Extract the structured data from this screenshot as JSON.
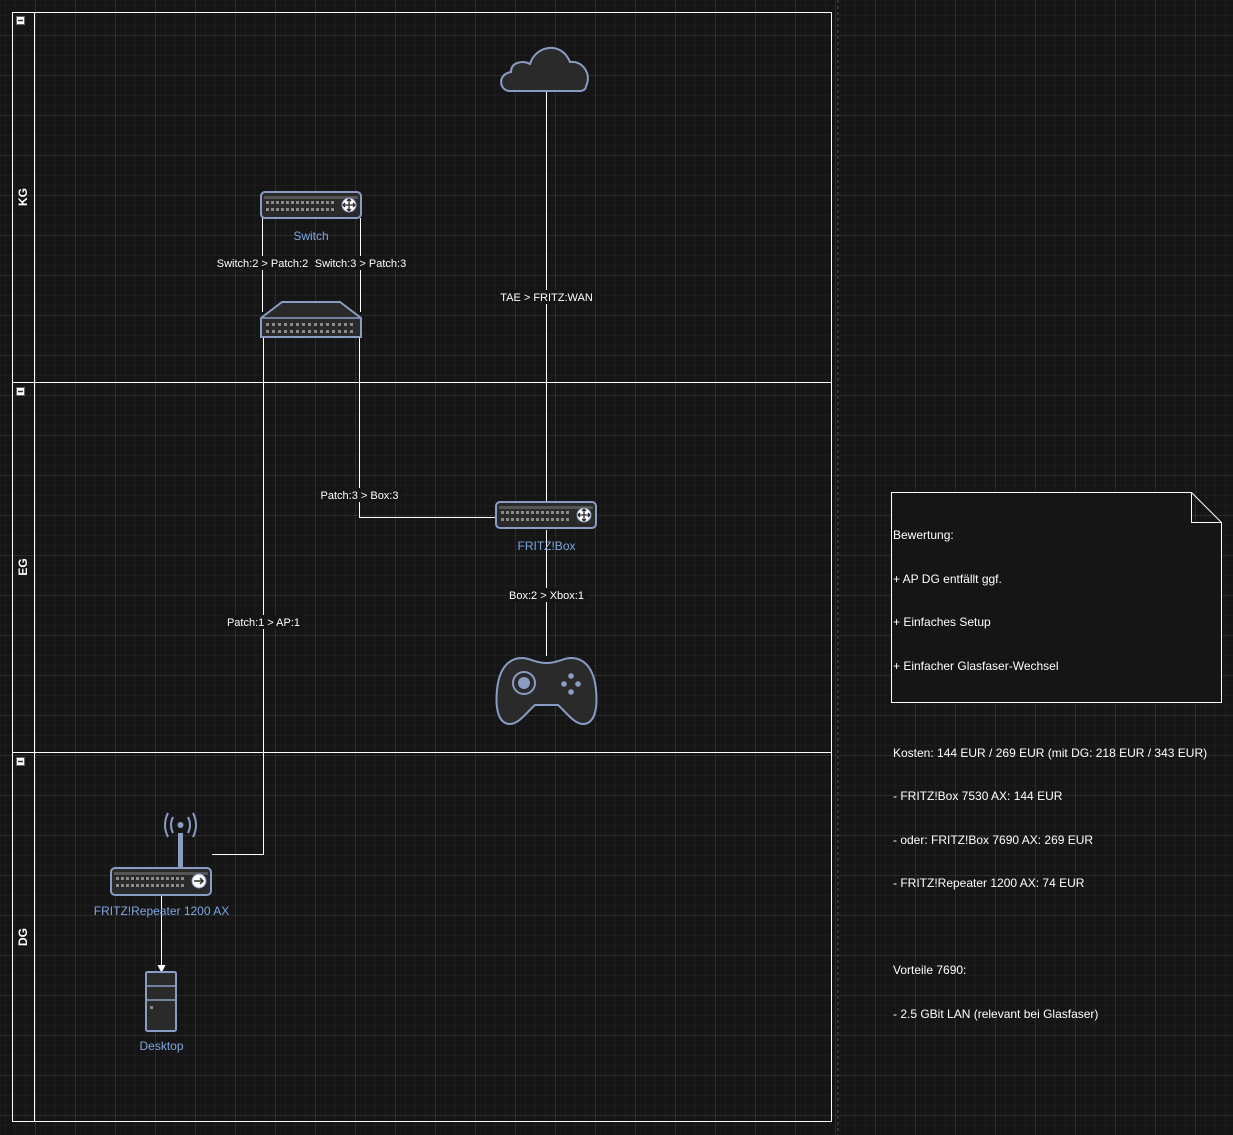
{
  "lanes": [
    {
      "title": "KG"
    },
    {
      "title": "EG"
    },
    {
      "title": "DG"
    }
  ],
  "nodes": {
    "switch": "Switch",
    "fritzbox": "FRITZ!Box",
    "repeater": "FRITZ!Repeater 1200 AX",
    "desktop": "Desktop"
  },
  "edges": {
    "switch2_patch2": "Switch:2 > Patch:2",
    "switch3_patch3": "Switch:3 > Patch:3",
    "tae_fritz": "TAE > FRITZ:WAN",
    "patch3_box3": "Patch:3 > Box:3",
    "box2_xbox1": "Box:2 > Xbox:1",
    "patch1_ap1": "Patch:1 > AP:1"
  },
  "note": {
    "lines": [
      "Bewertung:",
      "+ AP DG entfällt ggf.",
      "+ Einfaches Setup",
      "+ Einfacher Glasfaser-Wechsel",
      "",
      "Kosten: 144 EUR / 269 EUR (mit DG: 218 EUR / 343 EUR)",
      "- FRITZ!Box 7530 AX: 144 EUR",
      "- oder: FRITZ!Box 7690 AX: 269 EUR",
      "- FRITZ!Repeater 1200 AX: 74 EUR",
      "",
      "Vorteile 7690:",
      "- 2.5 GBit LAN (relevant bei Glasfaser)"
    ]
  },
  "colors": {
    "background": "#151515",
    "device_fill": "#2a2a2a",
    "device_stroke": "#8a9bc4",
    "node_label": "#7ea6e0",
    "lines": "#ffffff"
  },
  "icons": [
    "collapse-icon",
    "cloud-icon",
    "switch-icon",
    "patch-panel-icon",
    "router-icon",
    "gamepad-icon",
    "wireless-access-point-icon",
    "desktop-tower-icon"
  ]
}
